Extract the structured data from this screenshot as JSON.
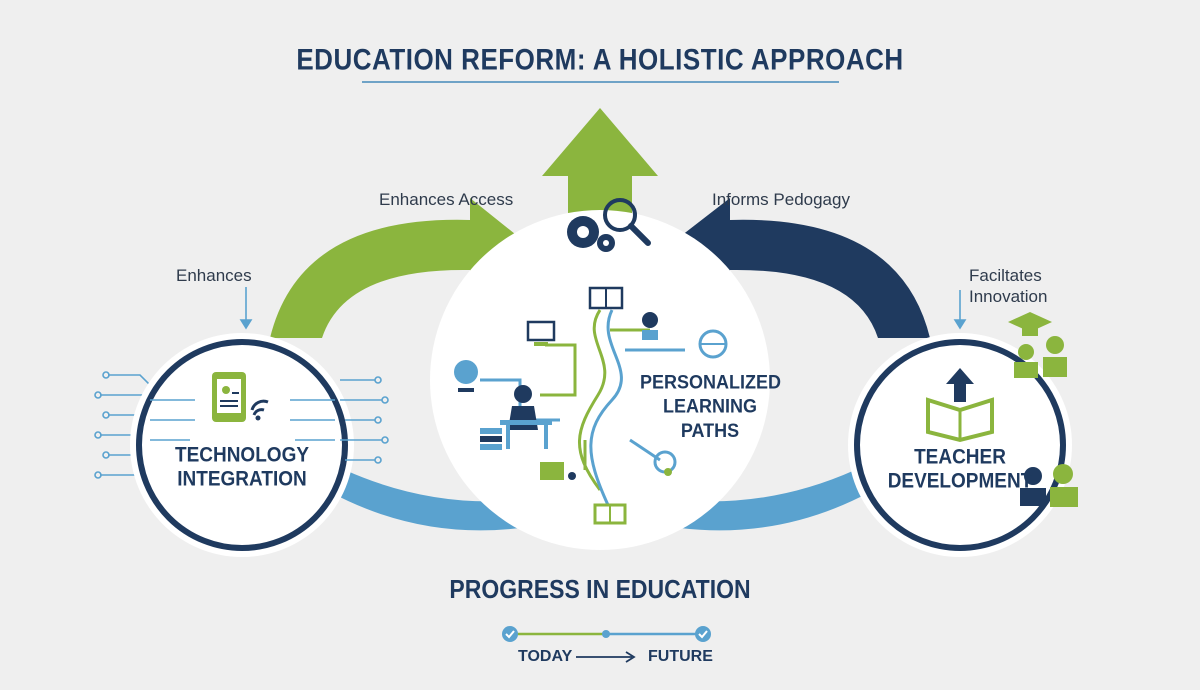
{
  "title": "EDUCATION REFORM: A HOLISTIC APPROACH",
  "arrow_labels": {
    "enhances_access": "Enhances Access",
    "informs_pedagogy": "Informs Pedogagy",
    "enhances": "Enhances",
    "facilitates_innovation_line1": "Faciltates",
    "facilitates_innovation_line2": "Innovation"
  },
  "nodes": {
    "technology": {
      "line1": "TECHNOLOGY",
      "line2": "INTEGRATION"
    },
    "personalized": {
      "line1": "PERSONALIZED",
      "line2": "LEARNING",
      "line3": "PATHS"
    },
    "teacher": {
      "line1": "TEACHER",
      "line2": "DEVELOPMENT"
    }
  },
  "progress": {
    "title": "PROGRESS IN EDUCATION",
    "start": "TODAY",
    "end": "FUTURE"
  },
  "colors": {
    "green": "#8bb53e",
    "navy": "#1f3a5f",
    "light_blue": "#5aa2cf",
    "background": "#efefef"
  }
}
